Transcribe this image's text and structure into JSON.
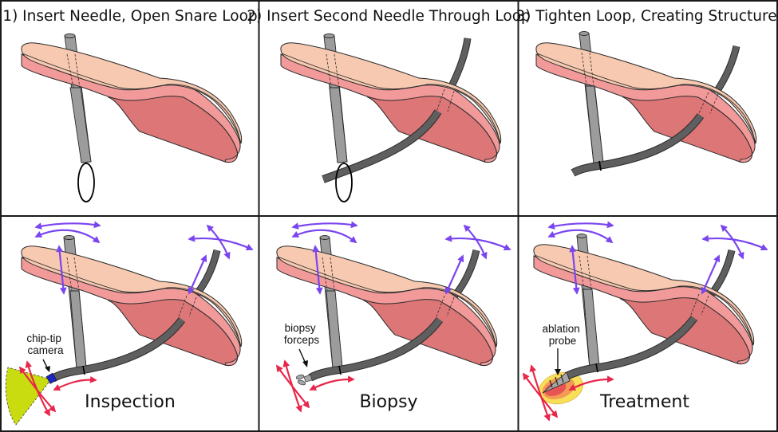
{
  "figure": {
    "panels": [
      {
        "id": "p1",
        "title": "1) Insert Needle, Open Snare Loop",
        "stage": "loop-open"
      },
      {
        "id": "p2",
        "title": "2) Insert Second Needle Through Loop",
        "stage": "second-needle"
      },
      {
        "id": "p3",
        "title": "3) Tighten Loop, Creating Structure",
        "stage": "tightened"
      },
      {
        "id": "p4",
        "label": "Inspection",
        "tool": "camera",
        "callout": [
          "chip-tip",
          "camera"
        ]
      },
      {
        "id": "p5",
        "label": "Biopsy",
        "tool": "forceps",
        "callout": [
          "biopsy",
          "forceps"
        ]
      },
      {
        "id": "p6",
        "label": "Treatment",
        "tool": "ablation",
        "callout": [
          "ablation",
          "probe"
        ]
      }
    ],
    "icons": {
      "tissue": "tissue-slab-icon",
      "needle": "needle-icon",
      "snare": "snare-loop-icon",
      "tube": "flexible-tube-icon",
      "motion_outer": "purple-double-arrow-icon",
      "motion_tool": "red-double-arrow-icon"
    },
    "colors": {
      "border": "#1a1a1a",
      "tissue_top": "#f6c9b0",
      "tissue_side": "#f29a9a",
      "tissue_under": "#dd7677",
      "outline": "#2b2b2b",
      "needle": "#9c9c9c",
      "tube": "#5f5f5f",
      "purple_arrow": "#7a45ef",
      "red_arrow": "#e8264a",
      "camera_fov": "#c8dc10",
      "camera_tip": "#1d24c9",
      "forceps": "#a7a7a7",
      "ablation_outer": "#f7df5a",
      "ablation_mid": "#f39a55",
      "ablation_inner": "#e85454"
    }
  }
}
